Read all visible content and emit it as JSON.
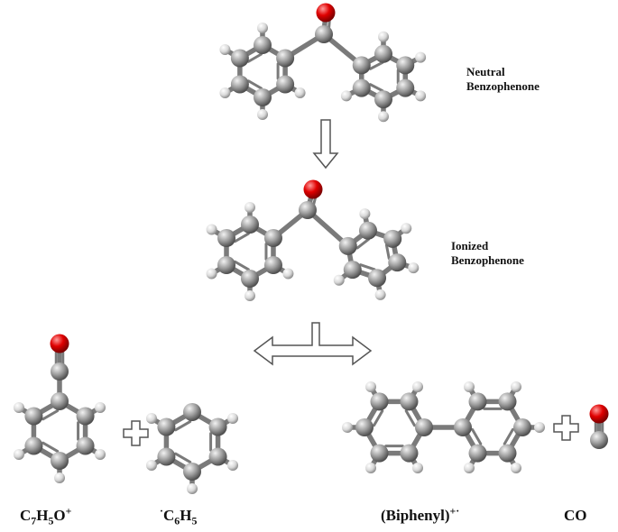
{
  "labels": {
    "neutral_line1": "Neutral",
    "neutral_line2": "Benzophenone",
    "ionized_line1": "Ionized",
    "ionized_line2": "Benzophenone",
    "product_benzoyl": {
      "main1": "C",
      "s1": "7",
      "main2": "H",
      "s2": "5",
      "main3": "O",
      "sup": "+"
    },
    "product_phenyl": {
      "pre": "·",
      "main1": "C",
      "s1": "6",
      "main2": "H",
      "s2": "5"
    },
    "product_biphenyl": {
      "main": "(Biphenyl)",
      "sup": "+·"
    },
    "product_co": "CO"
  },
  "colors": {
    "carbon_light": "#f2f2f2",
    "carbon_dark": "#5c5c5c",
    "hydrogen_light": "#ffffff",
    "hydrogen_dark": "#9a9a9a",
    "oxygen_light": "#ff8a8a",
    "oxygen_dark": "#b00000",
    "bond": "#7a7a7a",
    "text": "#111111"
  },
  "icons": [
    "down-arrow-icon",
    "split-arrow-icon",
    "plus-icon"
  ]
}
